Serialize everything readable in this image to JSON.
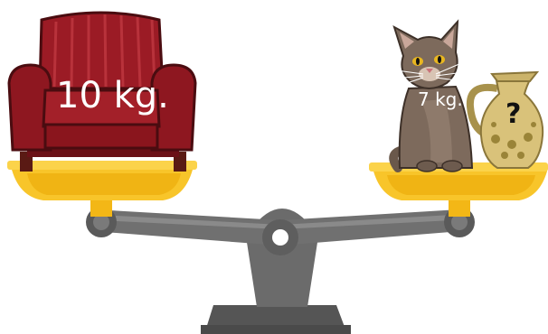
{
  "scene": {
    "left_pan": {
      "object": "armchair",
      "weight_label": "10 kg."
    },
    "right_pan": {
      "objects": [
        {
          "object": "cat",
          "weight_label": "7 kg."
        },
        {
          "object": "jug",
          "weight_label": "?"
        }
      ]
    }
  },
  "colors": {
    "scale_beam": "#6d6d6d",
    "scale_pan": "#f8c52a",
    "armchair": "#9b1b25",
    "cat": "#7d6a5c",
    "jug": "#d9c27a"
  }
}
